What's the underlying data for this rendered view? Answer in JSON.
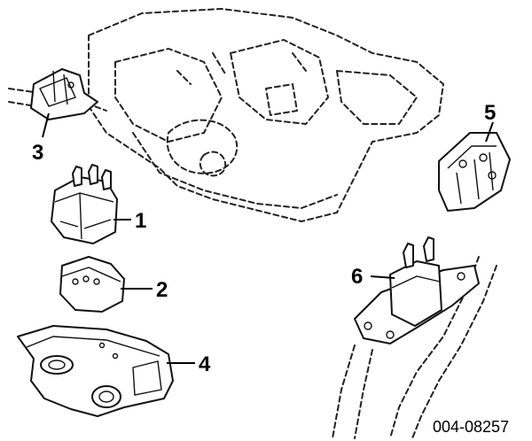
{
  "callouts": {
    "c1": "1",
    "c2": "2",
    "c3": "3",
    "c4": "4",
    "c5": "5",
    "c6": "6"
  },
  "figure_id": "004-08257"
}
